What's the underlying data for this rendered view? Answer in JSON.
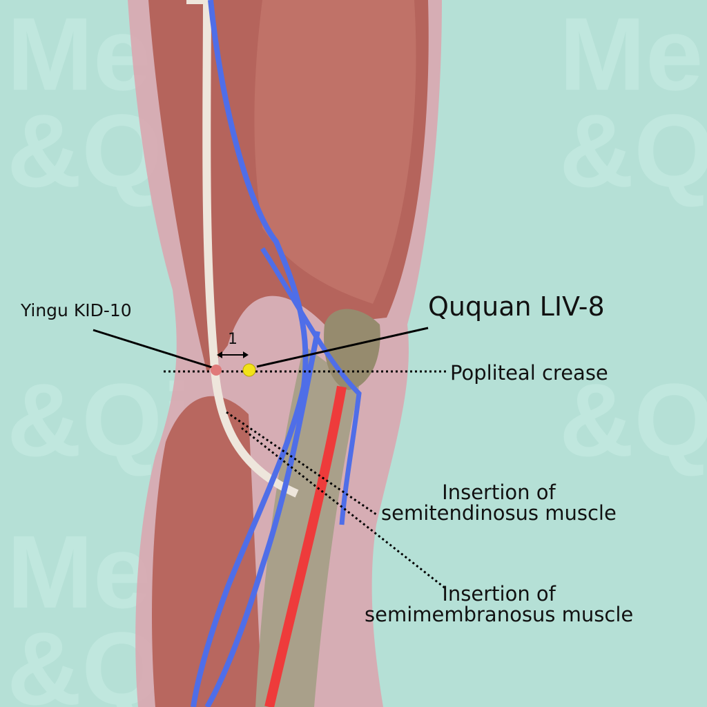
{
  "watermark": {
    "line1": "Me",
    "line2": "& Qi"
  },
  "points": {
    "primary": {
      "label": "Ququan LIV-8",
      "color": "#f2e21a"
    },
    "secondary": {
      "label": "Yingu KID-10",
      "color": "#e07a7a"
    }
  },
  "measurement": {
    "label": "1"
  },
  "landmarks": [
    {
      "label": "Popliteal crease"
    },
    {
      "label": "Insertion of\nsemitendinosus muscle",
      "line1": "Insertion of",
      "line2": "semitendinosus muscle"
    },
    {
      "label": "Insertion of\nsemimembranosus muscle",
      "line1": "Insertion of",
      "line2": "semimembranosus muscle"
    }
  ],
  "colors": {
    "background": "#b5e0d6",
    "skin": "#d9a7b0",
    "muscle": "#b5645c",
    "vein": "#4f6ee8",
    "artery": "#ee3b3b",
    "bone": "#a9a08a"
  }
}
